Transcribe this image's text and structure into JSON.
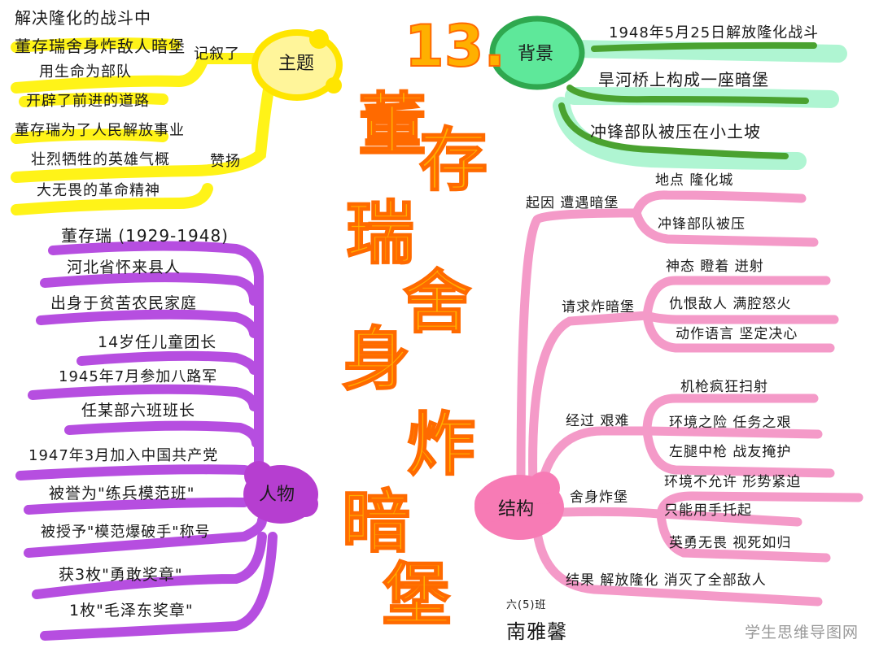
{
  "title": {
    "number": "13.",
    "chars": [
      "董",
      "存",
      "瑞",
      "舍",
      "身",
      "炸",
      "暗",
      "堡"
    ]
  },
  "colors": {
    "theme_yellow": "#ffee00",
    "background_green": "#2fa84f",
    "background_green_light": "#7de8a8",
    "character_purple": "#b04ed8",
    "structure_pink": "#f48cc0",
    "title_orange": "#ff6a00",
    "title_fill": "#ffb000"
  },
  "theme": {
    "node_label": "主题",
    "group1_connector": "记叙了",
    "group1": [
      "解决隆化的战斗中",
      "董存瑞舍身炸敌人暗堡",
      "用生命为部队",
      "开辟了前进的道路"
    ],
    "group2_connector": "赞扬",
    "group2": [
      "董存瑞为了人民解放事业",
      "壮烈牺牲的英雄气概",
      "大无畏的革命精神"
    ]
  },
  "background": {
    "node_label": "背景",
    "items": [
      "1948年5月25日解放隆化战斗",
      "旱河桥上构成一座暗堡",
      "冲锋部队被压在小土坡"
    ]
  },
  "character": {
    "node_label": "人物",
    "items": [
      "董存瑞 (1929-1948)",
      "河北省怀来县人",
      "出身于贫苦农民家庭",
      "14岁任儿童团长",
      "1945年7月参加八路军",
      "任某部六班班长",
      "1947年3月加入中国共产党",
      "被誉为\"练兵模范班\"",
      "被授予\"模范爆破手\"称号",
      "获3枚\"勇敢奖章\"",
      "1枚\"毛泽东奖章\""
    ]
  },
  "structure": {
    "node_label": "结构",
    "branches": [
      {
        "label": "起因 遭遇暗堡",
        "children": [
          "地点 隆化城",
          "冲锋部队被压"
        ]
      },
      {
        "label": "请求炸暗堡",
        "children": [
          "神态 瞪着 迸射",
          "仇恨敌人 满腔怒火",
          "动作语言 坚定决心"
        ]
      },
      {
        "label": "经过 艰难",
        "children": [
          "机枪疯狂扫射",
          "环境之险 任务之艰",
          "左腿中枪 战友掩护"
        ]
      },
      {
        "label": "舍身炸堡",
        "children": [
          "环境不允许 形势紧迫",
          "只能用手托起",
          "英勇无畏 视死如归"
        ]
      },
      {
        "label": "结果 解放隆化 消灭了全部敌人",
        "children": []
      }
    ]
  },
  "author": {
    "class": "六(5)班",
    "name": "南雅馨"
  },
  "watermark": "学生思维导图网"
}
